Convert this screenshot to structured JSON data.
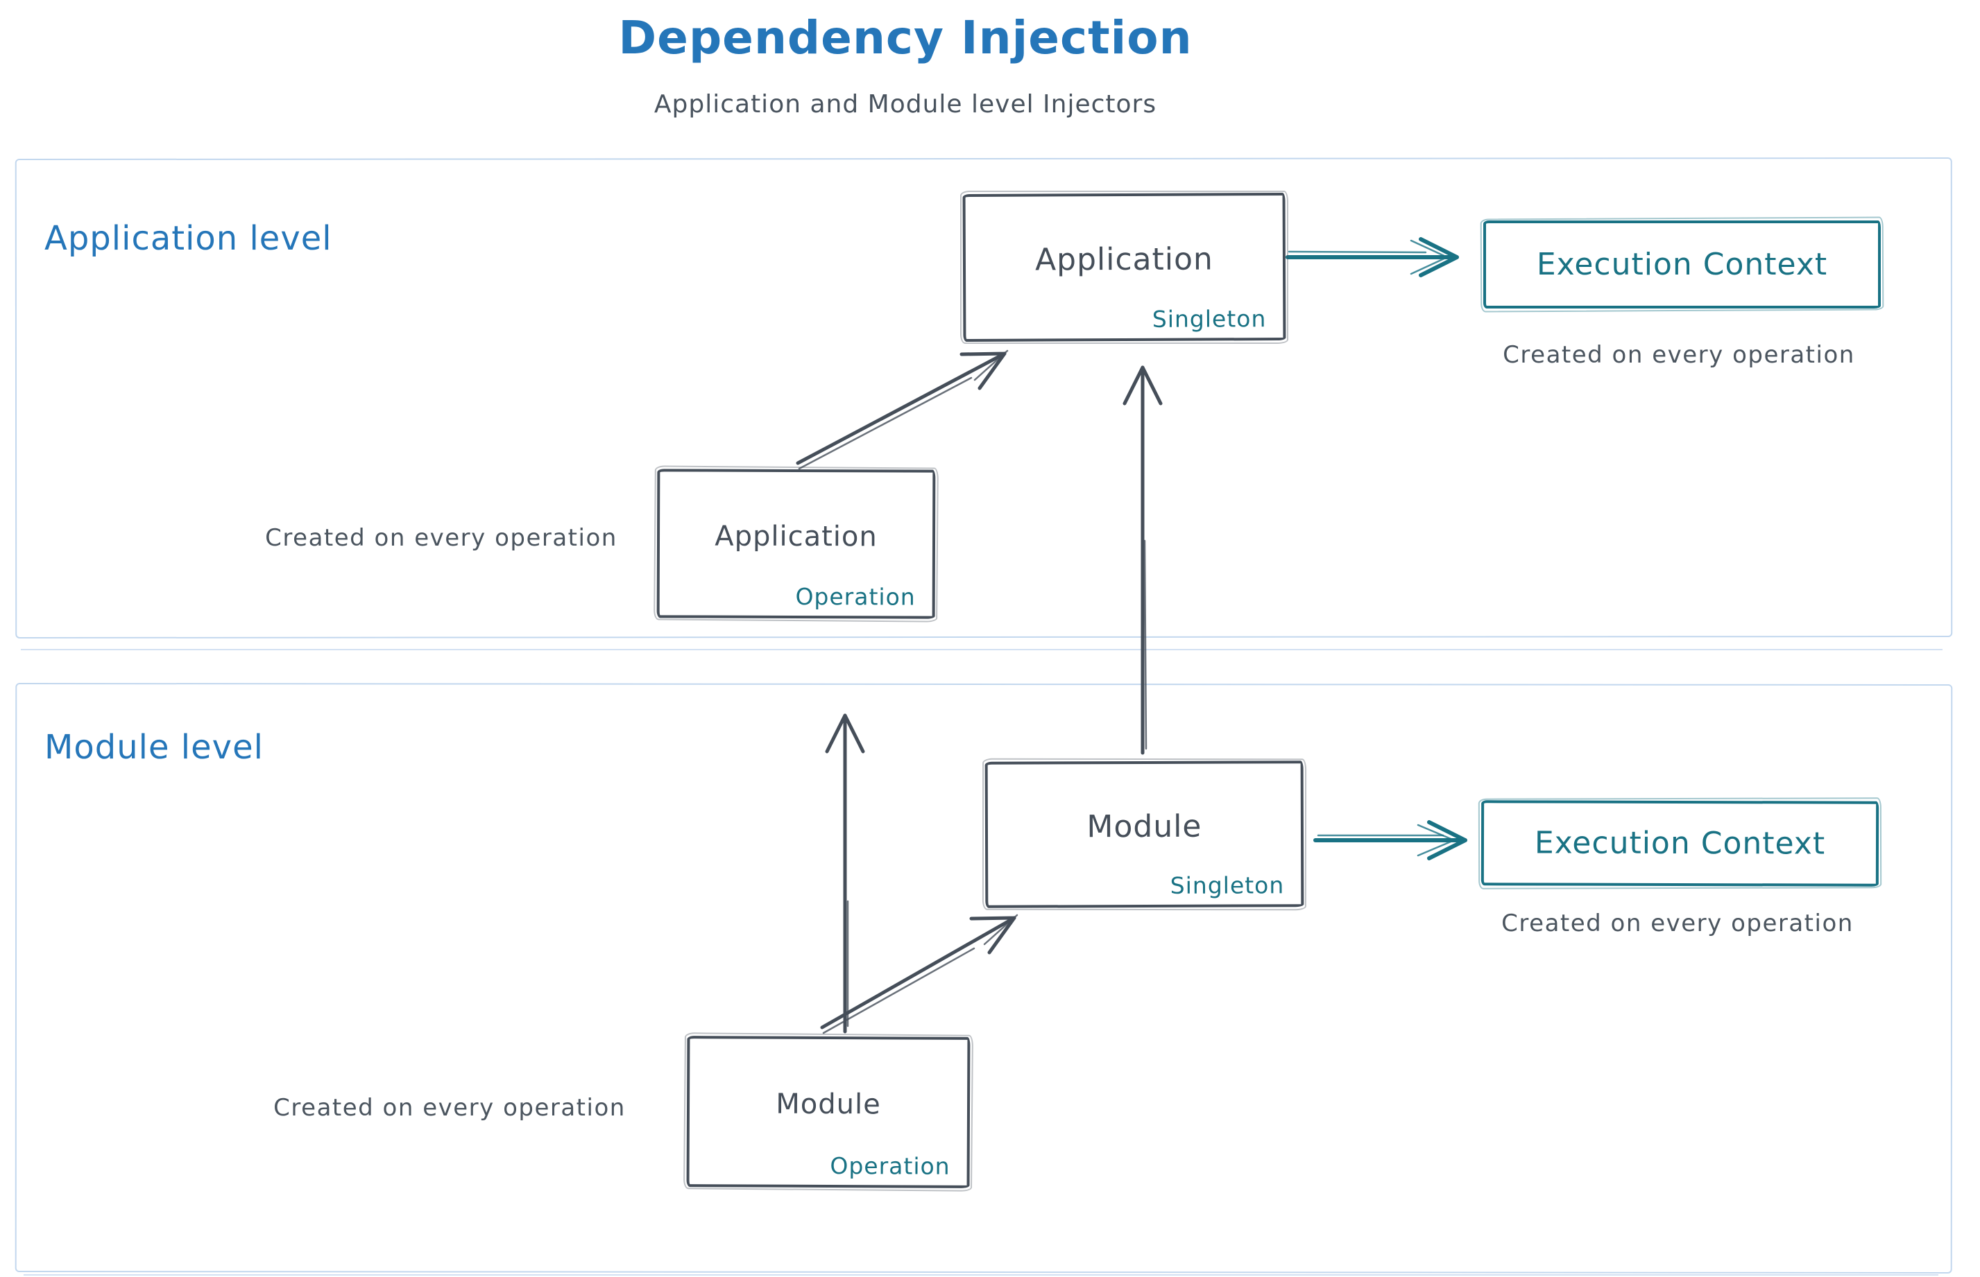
{
  "header": {
    "title": "Dependency Injection",
    "subtitle": "Application and Module level Injectors"
  },
  "colors": {
    "accent_blue": "#2576b9",
    "ink": "#454e59",
    "teal": "#197284",
    "region_border": "#c2d7ee",
    "caption_text": "#4b555f"
  },
  "regions": {
    "application": {
      "label": "Application level",
      "singleton_box": {
        "title": "Application",
        "badge": "Singleton"
      },
      "operation_box": {
        "title": "Application",
        "badge": "Operation"
      },
      "execution_box": {
        "title": "Execution Context"
      },
      "execution_caption": "Created on every operation",
      "operation_caption": "Created on every operation"
    },
    "module": {
      "label": "Module level",
      "singleton_box": {
        "title": "Module",
        "badge": "Singleton"
      },
      "operation_box": {
        "title": "Module",
        "badge": "Operation"
      },
      "execution_box": {
        "title": "Execution Context"
      },
      "execution_caption": "Created on every operation",
      "operation_caption": "Created on every operation"
    }
  }
}
